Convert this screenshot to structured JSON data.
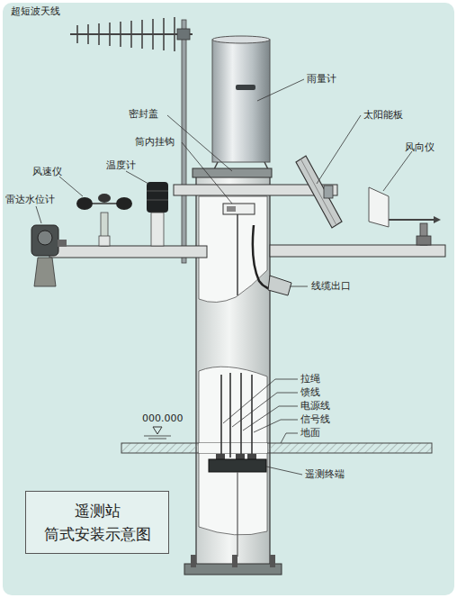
{
  "diagram": {
    "title": "遥测站 筒式安装示意图",
    "labels": [
      "超短波天线",
      "雨量计",
      "密封盖",
      "筒内挂钩",
      "太阳能板",
      "风向仪",
      "温度计",
      "风速仪",
      "雷达水位计",
      "线缆出口",
      "拉绳",
      "馈线",
      "电源线",
      "信号线",
      "地面",
      "遥测终端",
      "000.000"
    ]
  }
}
